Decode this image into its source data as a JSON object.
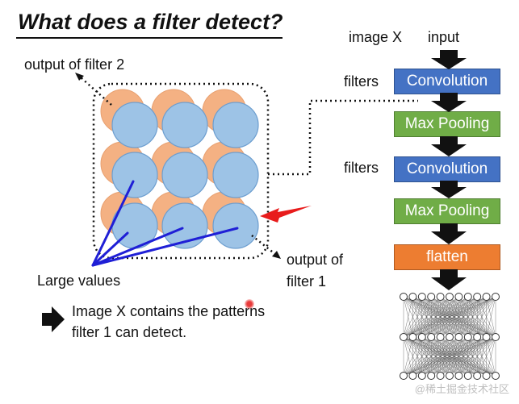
{
  "slide": {
    "title": "What does a filter detect?",
    "output_filter2_label": "output of filter 2",
    "output_filter1_line1": "output of",
    "output_filter1_line2": "filter 1",
    "large_values_label": "Large values",
    "conclusion_line1": "Image X contains the patterns",
    "conclusion_line2": "filter 1 can detect."
  },
  "pipeline": {
    "image_label": "image X",
    "input_label": "input",
    "filters_label_1": "filters",
    "filters_label_2": "filters",
    "blocks": [
      {
        "label": "Convolution",
        "kind": "conv"
      },
      {
        "label": "Max Pooling",
        "kind": "pool"
      },
      {
        "label": "Convolution",
        "kind": "conv"
      },
      {
        "label": "Max Pooling",
        "kind": "pool"
      },
      {
        "label": "flatten",
        "kind": "flat"
      }
    ]
  },
  "colors": {
    "blue_circle": "#9dc3e6",
    "orange_circle": "#f4b183",
    "conv_block": "#4472c4",
    "pool_block": "#70ad47",
    "flatten_block": "#ed7d31",
    "pointer_lines": "#1f1fd6",
    "red_arrow": "#e81c1c"
  },
  "watermark": "@稀土掘金技术社区"
}
